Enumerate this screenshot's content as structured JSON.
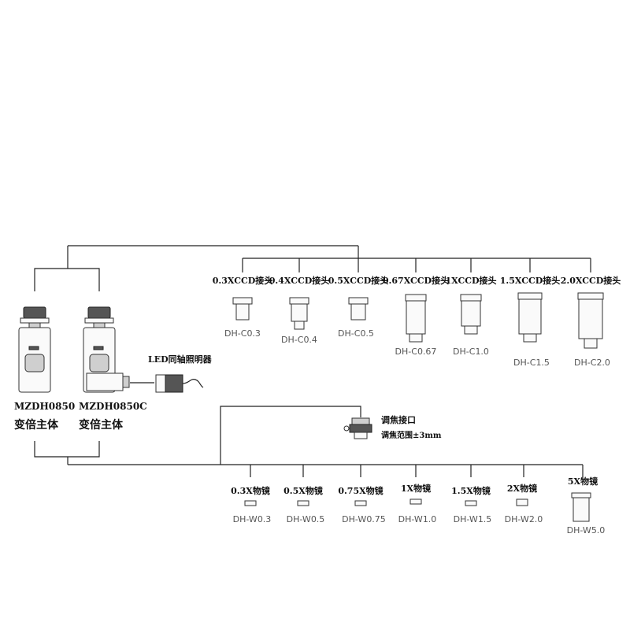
{
  "bodies": [
    {
      "model": "MZDH0850",
      "name": "变倍主体"
    },
    {
      "model": "MZDH0850C",
      "name": "变倍主体"
    }
  ],
  "led": {
    "label": "LED同轴照明器"
  },
  "focus_adapter": {
    "title": "调焦接口",
    "range": "调焦范围±3mm"
  },
  "ccd_adapters": [
    {
      "label": "0.3XCCD接头",
      "code": "DH-C0.3"
    },
    {
      "label": "0.4XCCD接头",
      "code": "DH-C0.4"
    },
    {
      "label": "0.5XCCD接头",
      "code": "DH-C0.5"
    },
    {
      "label": "0.67XCCD接头",
      "code": "DH-C0.67"
    },
    {
      "label": "1XCCD接头",
      "code": "DH-C1.0"
    },
    {
      "label": "1.5XCCD接头",
      "code": "DH-C1.5"
    },
    {
      "label": "2.0XCCD接头",
      "code": "DH-C2.0"
    }
  ],
  "objectives": [
    {
      "label": "0.3X物镜",
      "code": "DH-W0.3"
    },
    {
      "label": "0.5X物镜",
      "code": "DH-W0.5"
    },
    {
      "label": "0.75X物镜",
      "code": "DH-W0.75"
    },
    {
      "label": "1X物镜",
      "code": "DH-W1.0"
    },
    {
      "label": "1.5X物镜",
      "code": "DH-W1.5"
    },
    {
      "label": "2X物镜",
      "code": "DH-W2.0"
    },
    {
      "label": "5X物镜",
      "code": "DH-W5.0"
    }
  ]
}
